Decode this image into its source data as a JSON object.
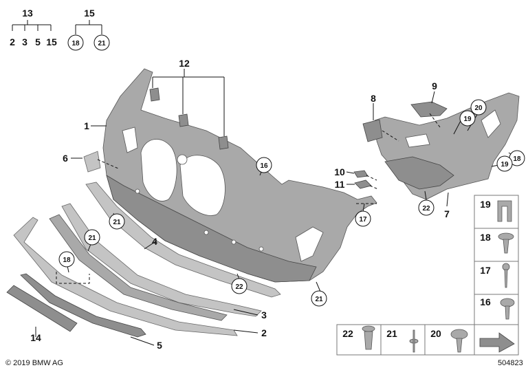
{
  "groups": {
    "g13": {
      "parent": "13",
      "children": [
        "2",
        "3",
        "5",
        "15"
      ]
    },
    "g15": {
      "parent": "15",
      "children": [
        "18",
        "21"
      ]
    }
  },
  "callouts": {
    "c1": "1",
    "c3": "3",
    "c2": "2",
    "c4": "4",
    "c5": "5",
    "c6": "6",
    "c7": "7",
    "c8": "8",
    "c9": "9",
    "c10": "10",
    "c11": "11",
    "c12": "12",
    "c14": "14"
  },
  "circled": {
    "c16": "16",
    "c17": "17",
    "c18a": "18",
    "c18b": "18",
    "c19": "19",
    "c19b": "19",
    "c20": "20",
    "c21a": "21",
    "c21b": "21",
    "c21c": "21",
    "c22": "22"
  },
  "fastener_table": {
    "right_column": [
      "19",
      "18",
      "17",
      "16"
    ],
    "bottom_row": [
      "22",
      "21",
      "20"
    ]
  },
  "footer": {
    "copyright": "© 2019 BMW AG",
    "diagram_id": "504823"
  }
}
